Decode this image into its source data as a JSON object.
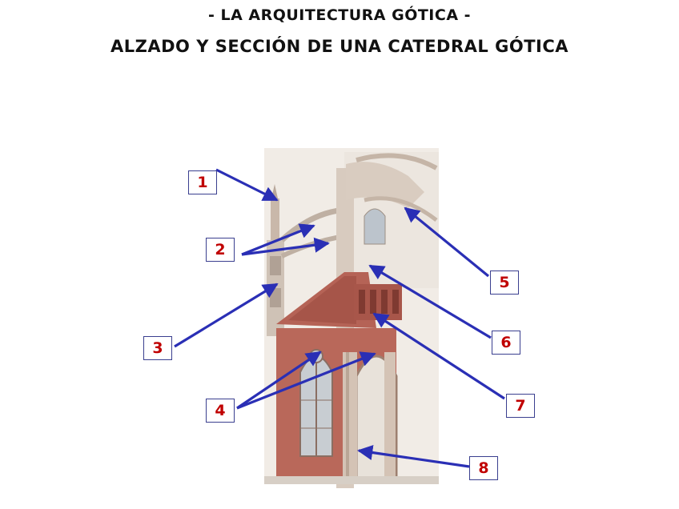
{
  "title": "- LA ARQUITECTURA GÓTICA -",
  "subtitle": "ALZADO Y SECCIÓN DE UNA CATEDRAL GÓTICA",
  "labels": [
    "1",
    "2",
    "3",
    "4",
    "5",
    "6",
    "7",
    "8"
  ],
  "colors": {
    "label_text": "#c00000",
    "label_border": "#3a3f8f",
    "arrow": "#2a2fb5",
    "stone_light": "#e7dfd6",
    "stone_mid": "#c9b5a6",
    "brick": "#a8564a",
    "window": "#bcc4cc"
  }
}
